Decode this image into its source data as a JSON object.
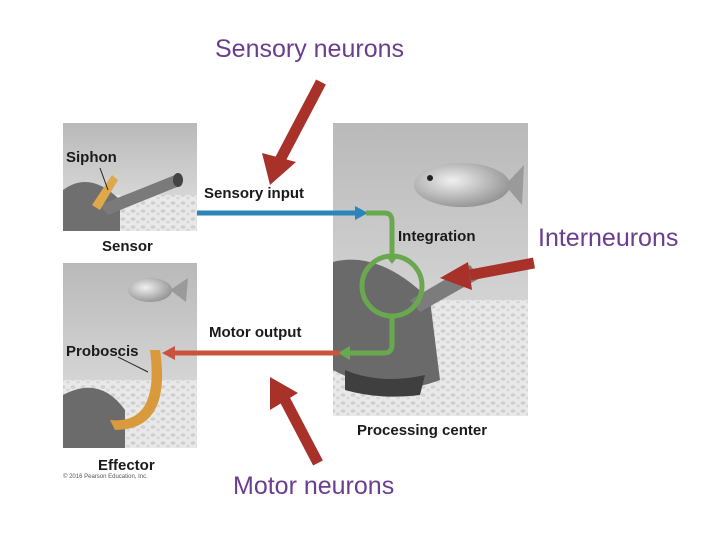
{
  "labels": {
    "sensory_neurons": "Sensory neurons",
    "interneurons": "Interneurons",
    "motor_neurons": "Motor neurons"
  },
  "figure": {
    "siphon": "Siphon",
    "sensory_input": "Sensory input",
    "sensor": "Sensor",
    "integration": "Integration",
    "motor_output": "Motor output",
    "proboscis": "Proboscis",
    "effector": "Effector",
    "processing_center": "Processing center",
    "copyright": "© 2016 Pearson Education, Inc."
  },
  "colors": {
    "label_purple": "#6a3d8f",
    "arrow_red": "#a8312a",
    "sensory_blue": "#2a86b8",
    "motor_red": "#c9533e",
    "integration_green": "#6aa84f",
    "proboscis_orange": "#d89a3c"
  }
}
